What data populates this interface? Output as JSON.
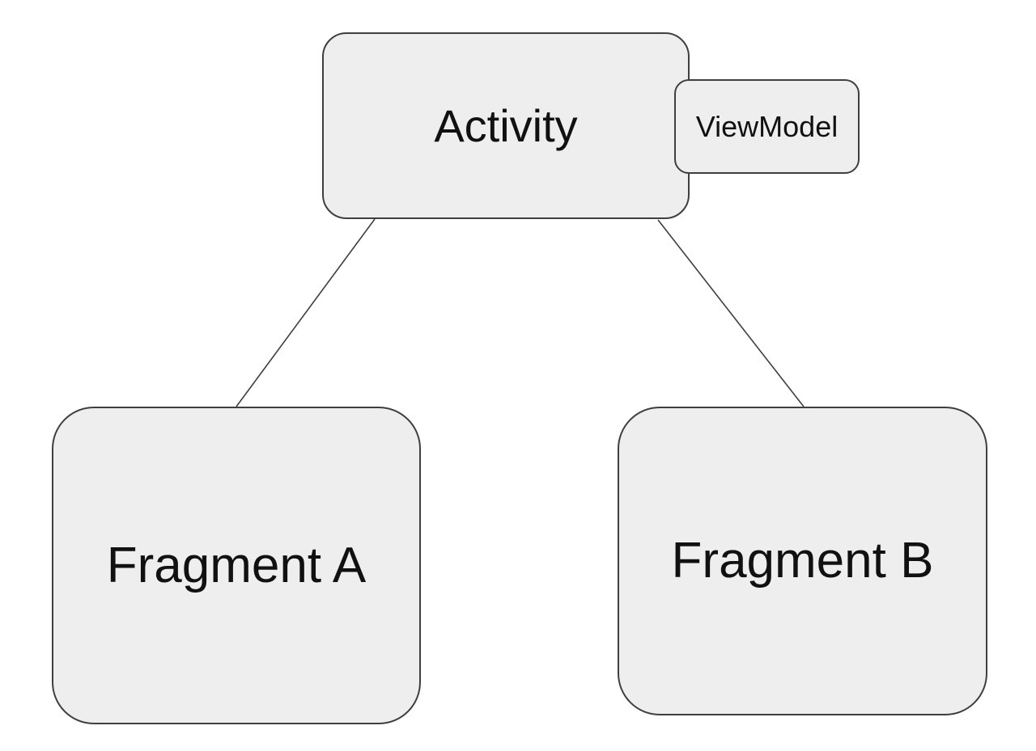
{
  "diagram": {
    "title": "Activity ViewModel Fragments diagram",
    "colors": {
      "background": "#ffffff",
      "node_fill": "#eeeeee",
      "node_border": "#3f3f3f",
      "text": "#111111",
      "connector": "#3f3f3f"
    },
    "nodes": {
      "activity": {
        "label": "Activity"
      },
      "viewmodel": {
        "label": "ViewModel"
      },
      "fragment_a": {
        "label": "Fragment A"
      },
      "fragment_b": {
        "label": "Fragment B"
      }
    },
    "edges": [
      {
        "from": "Activity",
        "to": "Fragment A",
        "style": "plain-line"
      },
      {
        "from": "Activity",
        "to": "Fragment B",
        "style": "plain-line"
      }
    ]
  }
}
